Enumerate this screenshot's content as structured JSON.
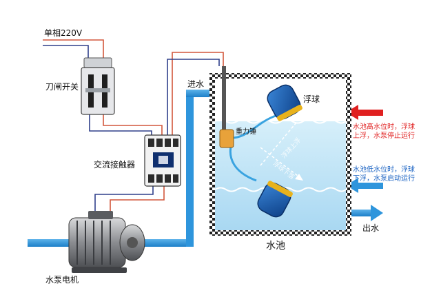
{
  "labels": {
    "power": "单相220V",
    "knife_switch": "刀闸开关",
    "contactor": "交流接触器",
    "pump_motor": "水泵电机",
    "water_in": "进水",
    "water_out": "出水",
    "pool": "水池",
    "float_ball": "浮球",
    "weight": "重力锤",
    "float_up": "浮球上浮",
    "float_down": "浮球下落"
  },
  "notes": {
    "high": [
      "水池高水位时，浮球",
      "上浮，水泵停止运行"
    ],
    "low": [
      "水池低水位时，浮球",
      "下浮，水泵启动运行"
    ]
  },
  "colors": {
    "pipe": "#2e95dc",
    "water": "#bfe3f6",
    "wire_red": "#d2573b",
    "wire_blue": "#2f3f8a",
    "arrow_red": "#e02020",
    "note_red": "#e02020",
    "note_blue": "#1f66c4",
    "float": "#1c63b7"
  }
}
